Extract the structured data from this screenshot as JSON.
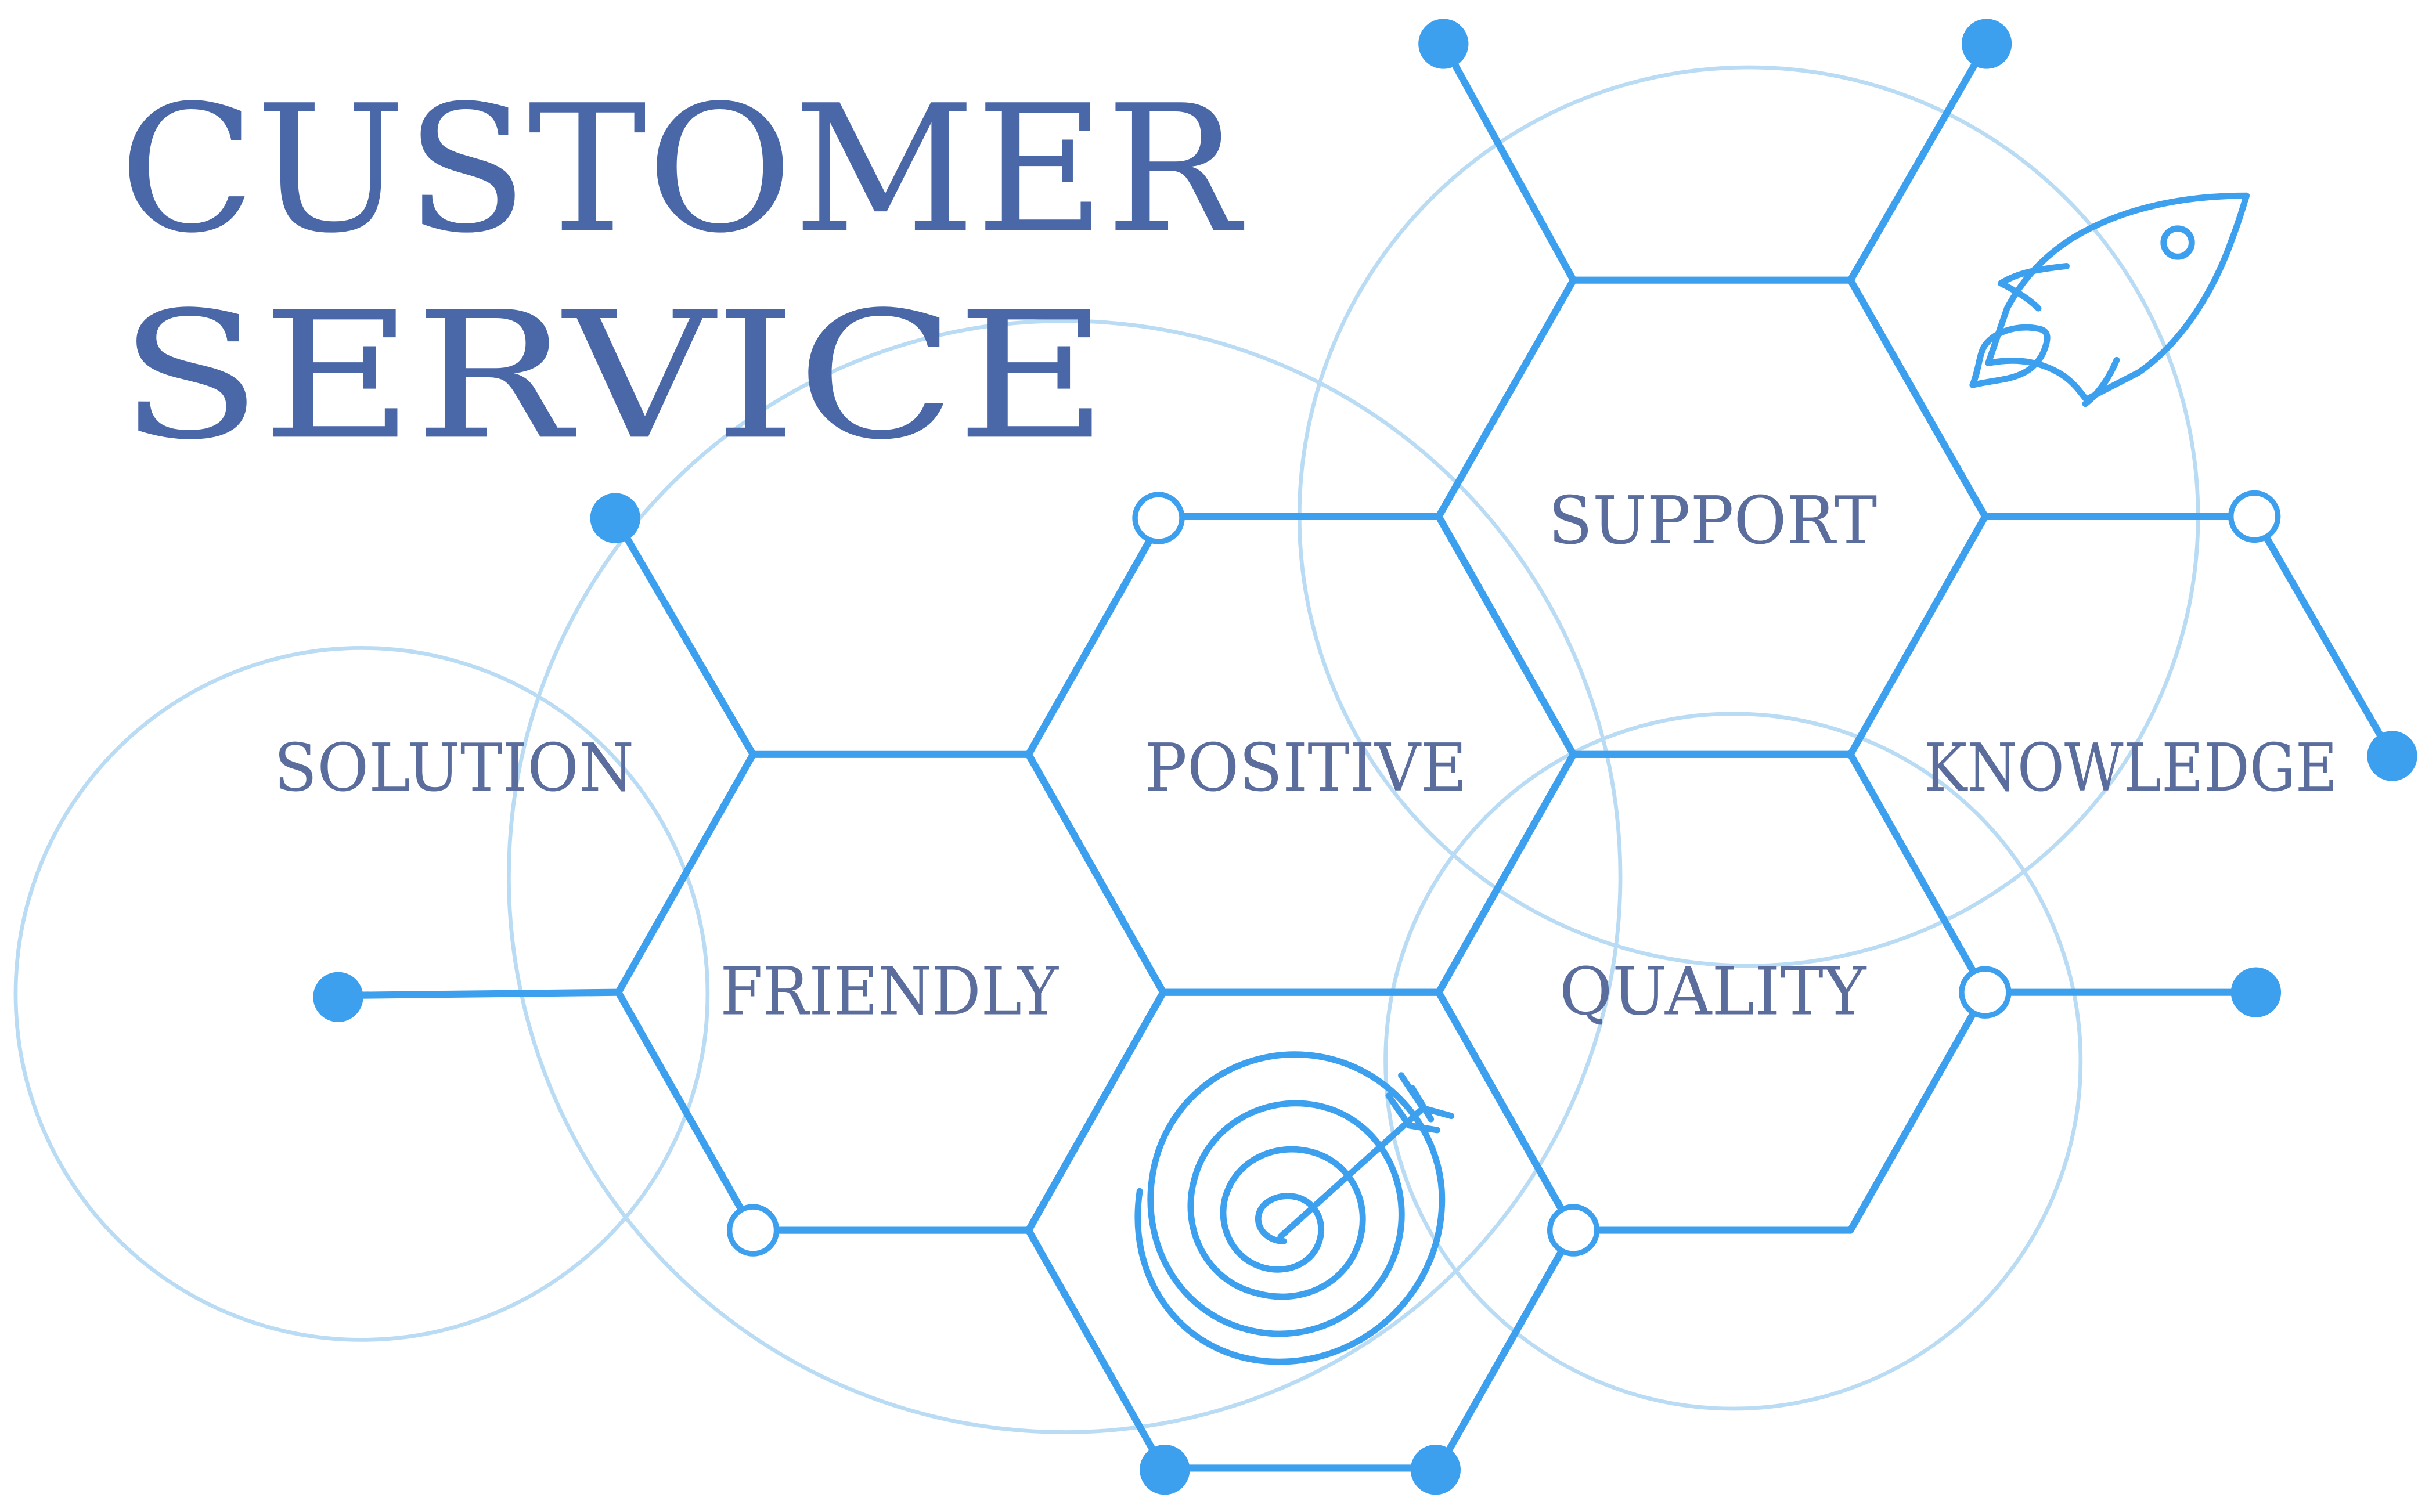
{
  "title": {
    "line1": "CUSTOMER",
    "line2": "SERVICE"
  },
  "labels": {
    "support": "SUPPORT",
    "solution": "SOLUTION",
    "positive": "POSITIVE",
    "knowledge": "KNOWLEDGE",
    "friendly": "FRIENDLY",
    "quality": "QUALITY"
  },
  "icons": {
    "rocket": "rocket-icon",
    "target": "target-icon"
  },
  "colors": {
    "title": "#4a67a8",
    "label": "#5a6d9c",
    "stroke": "#3ca0ee",
    "node": "#3ca0ee",
    "circle": "#b9dcf4",
    "background": "#ffffff"
  }
}
